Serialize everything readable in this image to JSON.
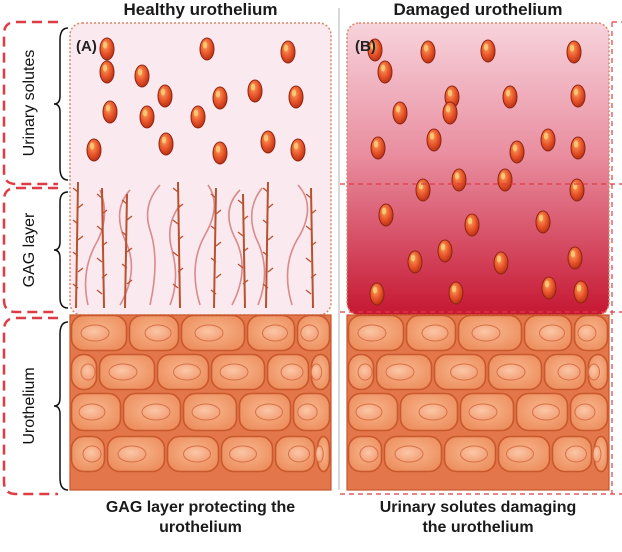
{
  "titles": {
    "left": "Healthy urothelium",
    "right": "Damaged urothelium"
  },
  "panel_labels": {
    "a": "(A)",
    "b": "(B)"
  },
  "side_labels": {
    "solutes": "Urinary solutes",
    "gag": "GAG layer",
    "urothelium": "Urothelium"
  },
  "captions": {
    "left_line1": "GAG layer protecting the",
    "left_line2": "urothelium",
    "right_line1": "Urinary solutes damaging",
    "right_line2": "the urothelium"
  },
  "colors": {
    "healthy_bg": "#fbe8ef",
    "damaged_top": "#f4c3cd",
    "damaged_bottom": "#c8102e",
    "solute_fill": "#e8542a",
    "solute_dark": "#a3260f",
    "gag_strand": "#b8512e",
    "gag_fiber": "#d98a8a",
    "cell_fill": "#f09a6c",
    "cell_border": "#c9582c",
    "nucleus": "#f6a882",
    "bracket": "#e03c46",
    "dotted_border": "#d9886a"
  }
}
